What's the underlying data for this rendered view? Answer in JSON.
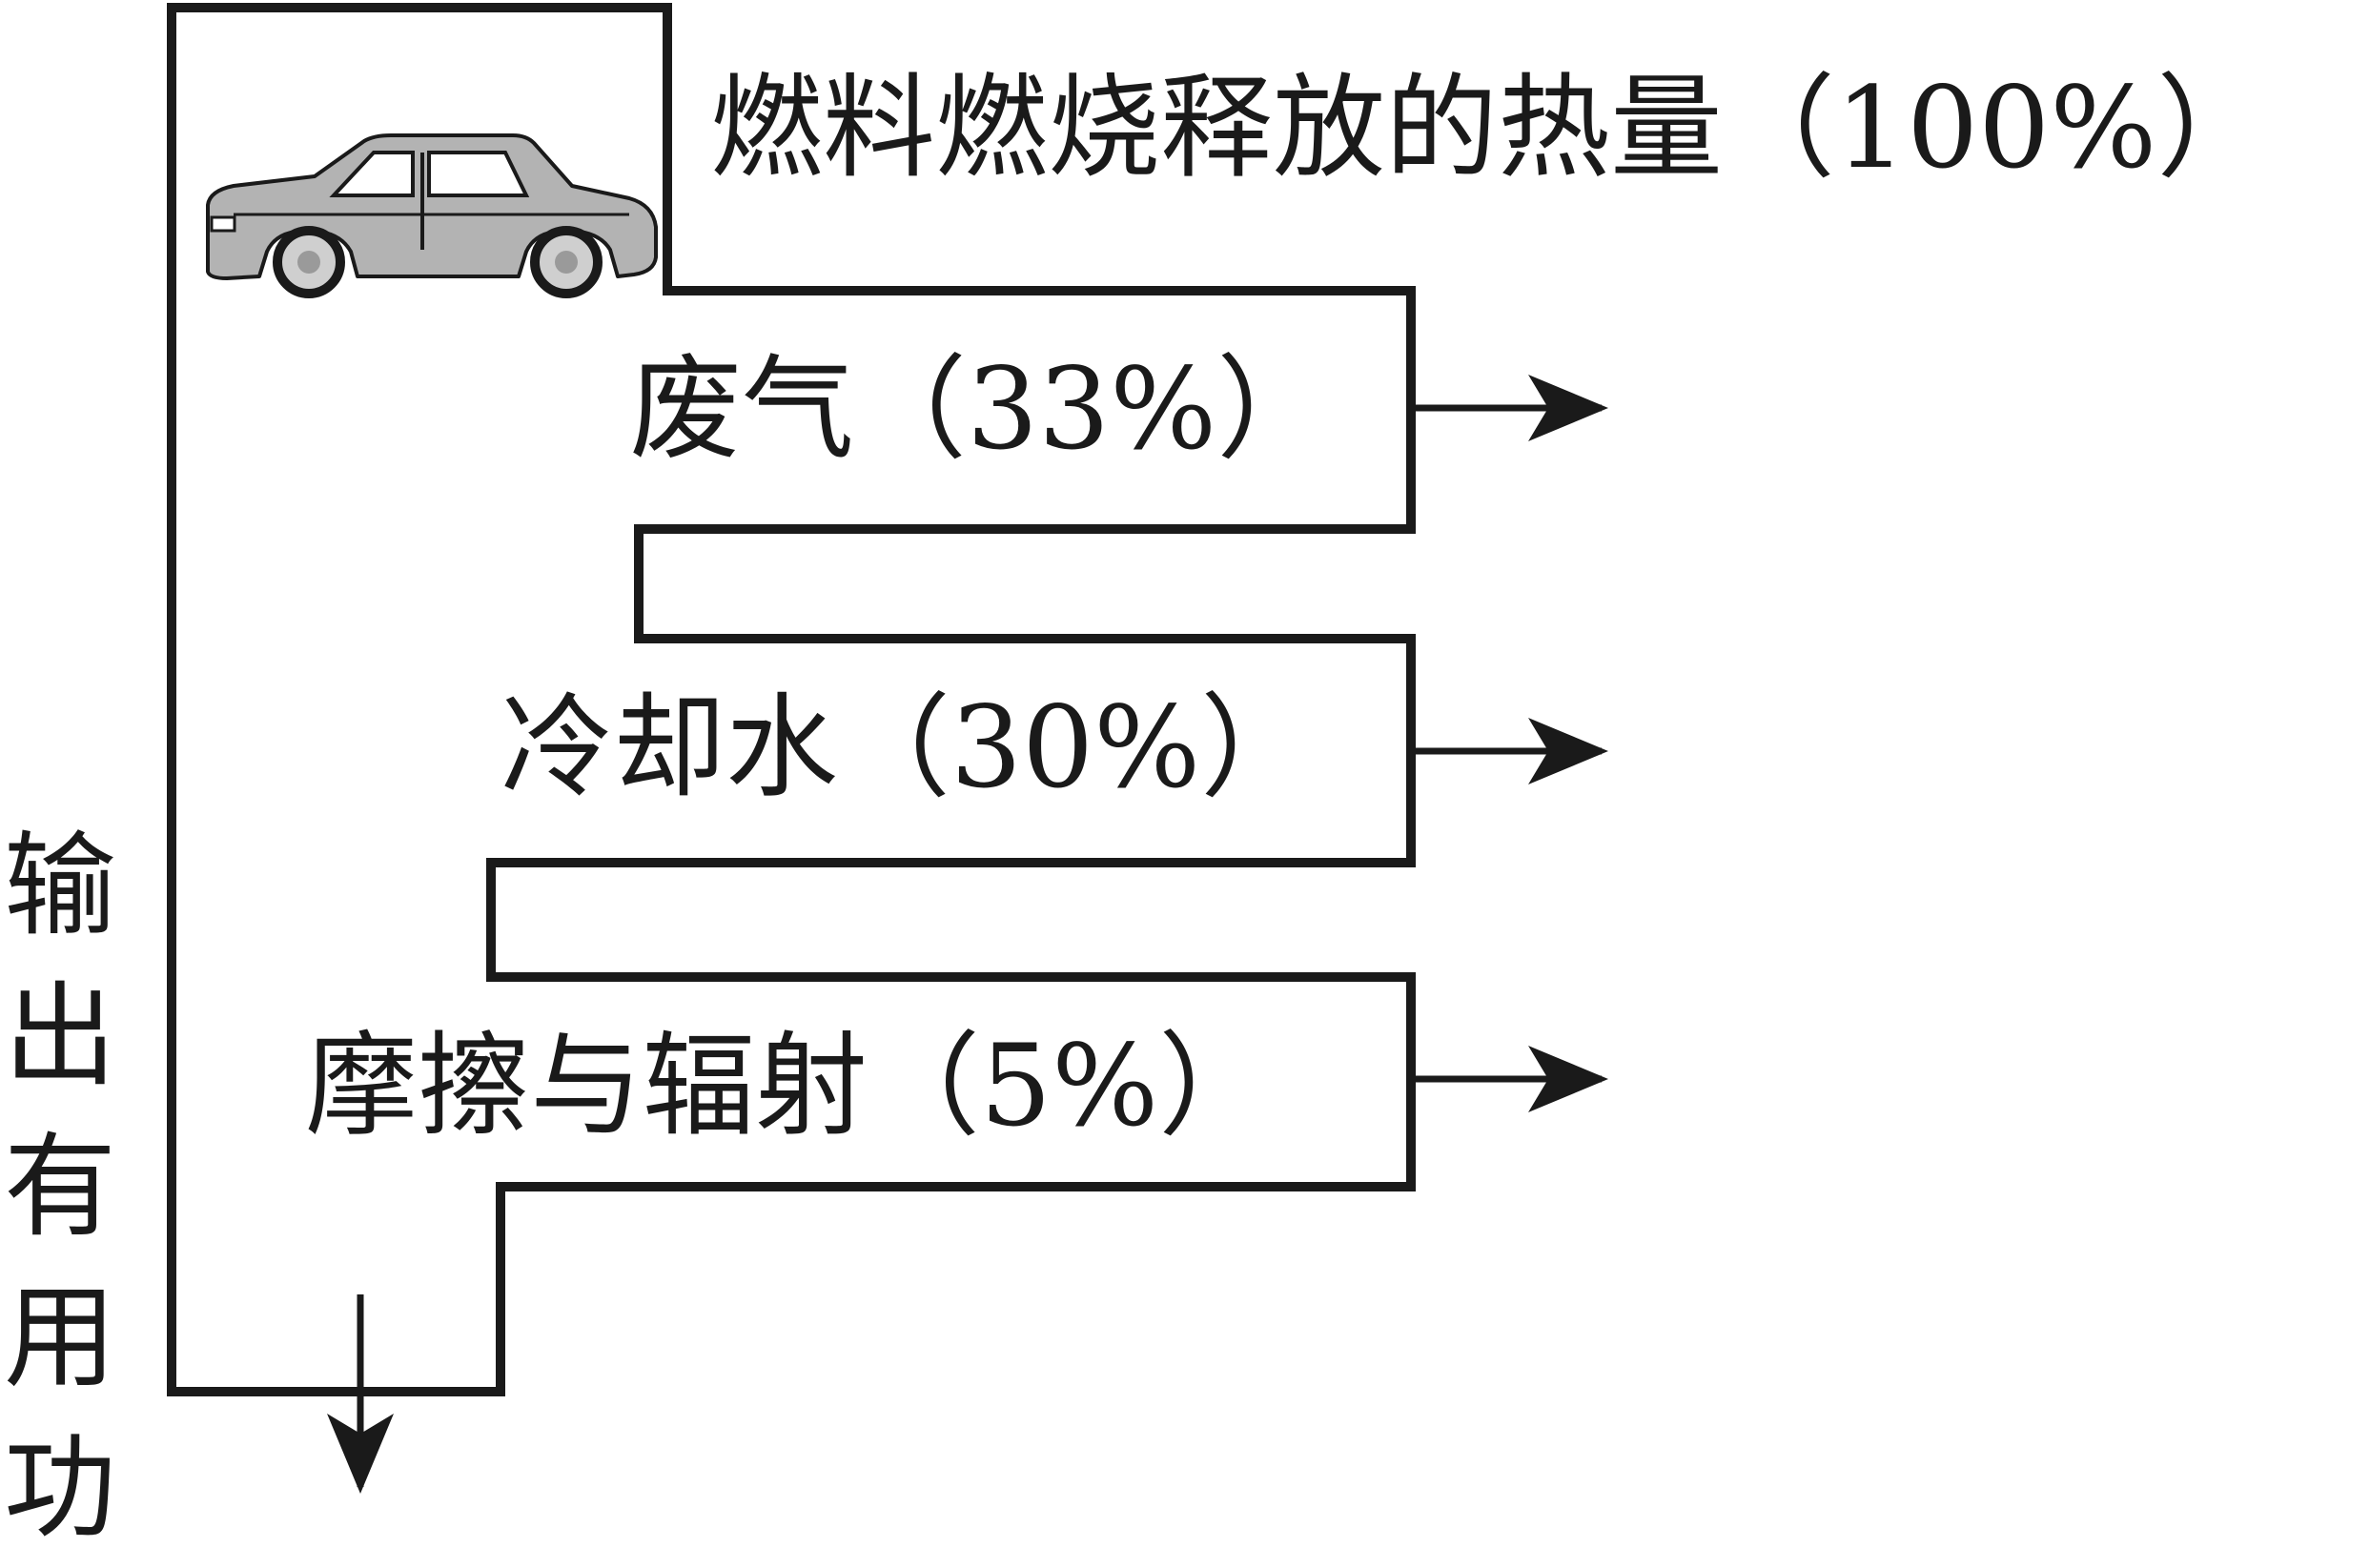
{
  "labels": {
    "total_heat": "燃料燃烧释放的热量（100%）",
    "exhaust": "废气（33%）",
    "cooling_water": "冷却水（30%）",
    "friction_radiation": "摩擦与辐射（5%）",
    "useful_work_chars": [
      "输",
      "出",
      "有",
      "用",
      "功"
    ]
  },
  "colors": {
    "line": "#1a1a1a",
    "car_body": "#b3b3b3",
    "car_window": "#ffffff",
    "wheel": "#cfcfcf",
    "background": "#ffffff"
  }
}
